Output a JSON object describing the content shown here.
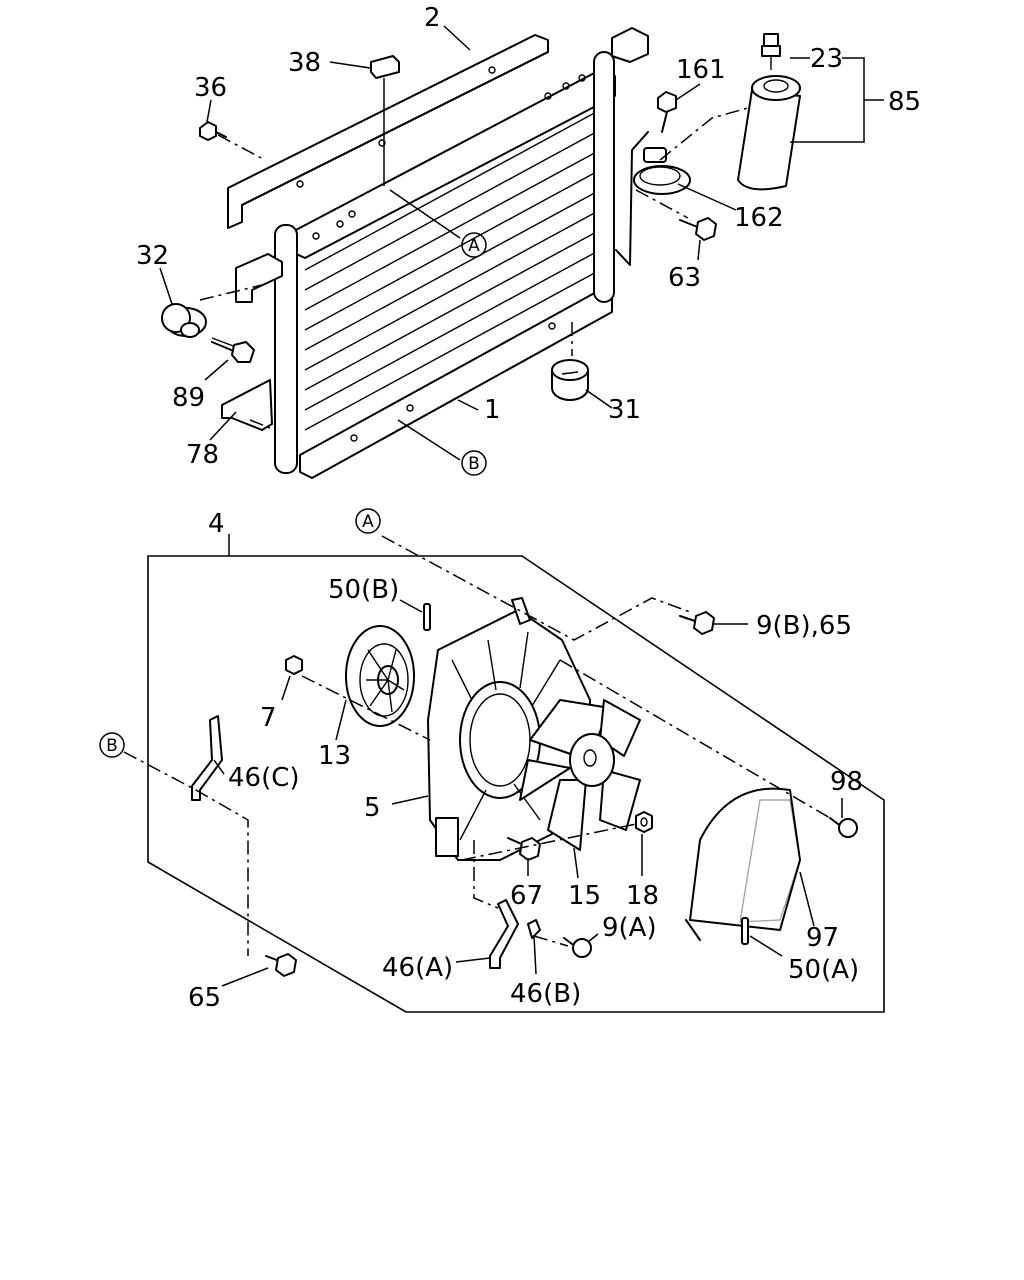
{
  "diagram": {
    "callouts": {
      "c1": "1",
      "c2": "2",
      "c4": "4",
      "c5": "5",
      "c7": "7",
      "c9a": "9(A)",
      "c9b65": "9(B),65",
      "c13": "13",
      "c15": "15",
      "c18": "18",
      "c23": "23",
      "c31": "31",
      "c32": "32",
      "c36": "36",
      "c38": "38",
      "c46a": "46(A)",
      "c46b": "46(B)",
      "c46c": "46(C)",
      "c50a": "50(A)",
      "c50b": "50(B)",
      "c63": "63",
      "c65": "65",
      "c67": "67",
      "c78": "78",
      "c85": "85",
      "c89": "89",
      "c97": "97",
      "c98": "98",
      "c161": "161",
      "c162": "162"
    },
    "reference_marks": {
      "a": "A",
      "b": "B"
    }
  }
}
